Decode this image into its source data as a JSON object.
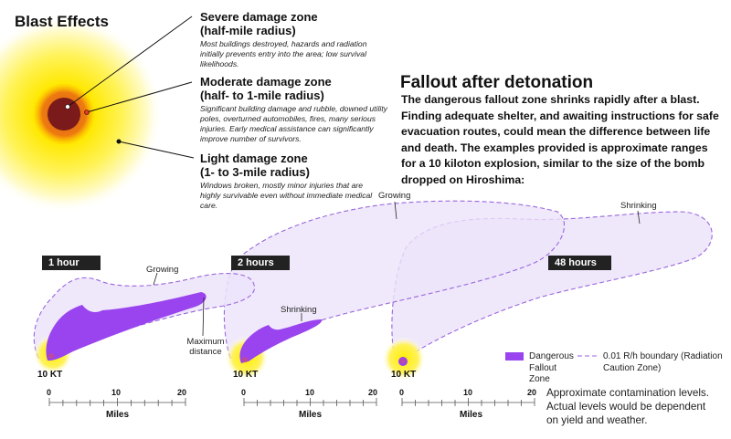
{
  "blast": {
    "title": "Blast Effects",
    "severe_title_1": "Severe damage zone",
    "severe_title_2": "(half-mile radius)",
    "severe_desc": "Most buildings destroyed, hazards and radiation initially prevents entry into the area; low survival likelihoods.",
    "moderate_title_1": "Moderate damage zone",
    "moderate_title_2": "(half- to 1-mile radius)",
    "moderate_desc": "Significant building damage and rubble, downed utility poles, overturned automobiles, fires, many serious injuries.  Early medical assistance can significantly improve number of survivors.",
    "light_title_1": "Light damage zone",
    "light_title_2": "(1- to 3-mile radius)",
    "light_desc": "Windows broken, mostly minor injuries that are highly survivable even without immediate medical care."
  },
  "fallout": {
    "title": "Fallout after detonation",
    "paragraph": "The dangerous fallout zone shrinks rapidly after a blast. Finding adequate shelter, and awaiting instructions for safe evacuation routes, could mean the difference between life and death.  The examples provided is approximate ranges for a 10 kiloton explosion, similar to the size of the bomb dropped on Hiroshima:"
  },
  "panels": [
    {
      "time": "1 hour",
      "kt": "10 KT",
      "note": "Growing",
      "extra": "Maximum distance"
    },
    {
      "time": "2 hours",
      "kt": "10 KT",
      "note": "Shrinking",
      "upper_note": "Growing"
    },
    {
      "time": "48 hours",
      "kt": "10 KT",
      "upper_note": "Shrinking"
    }
  ],
  "scale": {
    "ticks": [
      "0",
      "10",
      "20"
    ],
    "unit": "Miles"
  },
  "legend": {
    "dangerous": "Dangerous Fallout Zone",
    "boundary": "0.01 R/h boundary (Radiation Caution Zone)"
  },
  "note": "Approximate contamination levels.  Actual levels would be dependent on yield and weather.",
  "colors": {
    "purple": "#9944ee",
    "boundary": "#9966dd",
    "boundary_fill": "#eee6fb",
    "yellow": "#fff200",
    "core": "#7a1a1a"
  }
}
